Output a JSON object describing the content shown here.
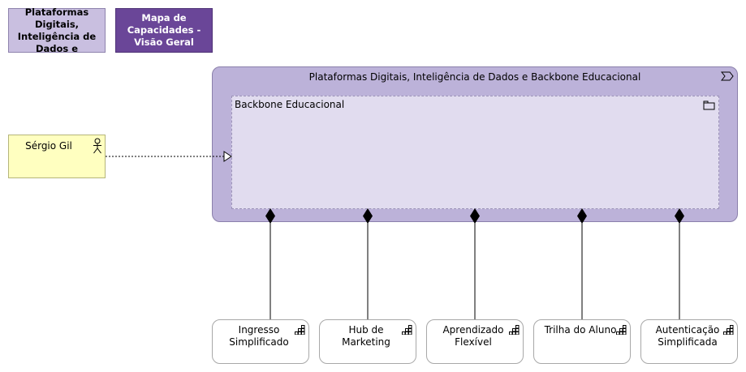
{
  "views": [
    {
      "label": "Plataformas Digitais, Inteligência de Dados e",
      "bg": "#c9bfe0"
    },
    {
      "label": "Mapa de Capacidades - Visão Geral",
      "bg": "#6a4698"
    }
  ],
  "actor": {
    "name": "Sérgio Gil",
    "icon": "actor-icon"
  },
  "value_stream": {
    "name": "Plataformas Digitais, Inteligência de Dados e Backbone Educacional",
    "icon": "value-stream-icon",
    "color": "#bcb2d9"
  },
  "grouping": {
    "name": "Backbone Educacional",
    "icon": "folder-icon",
    "color": "#e1dcef"
  },
  "capabilities": [
    {
      "name": "Ingresso Simplificado",
      "icon": "capability-icon"
    },
    {
      "name": "Hub de Marketing",
      "icon": "capability-icon"
    },
    {
      "name": "Aprendizado Flexível",
      "icon": "capability-icon"
    },
    {
      "name": "Trilha do Aluno",
      "icon": "capability-icon"
    },
    {
      "name": "Autenticação Simplificada",
      "icon": "capability-icon"
    }
  ]
}
